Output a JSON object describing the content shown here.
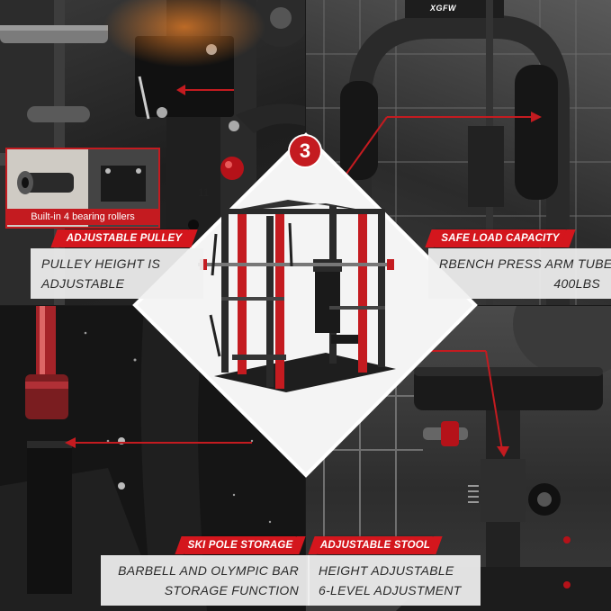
{
  "brand": "XGFW",
  "step_number": "3",
  "sections": {
    "adjustable_pulley": {
      "label": "ADJUSTABLE PULLEY",
      "caption_line1": "PULLEY HEIGHT IS",
      "caption_line2": "ADJUSTABLE",
      "inset_label": "Built-in 4 bearing rollers"
    },
    "safe_load": {
      "label": "SAFE LOAD CAPACITY",
      "caption_line1": "RBENCH PRESS ARM TUBE",
      "caption_line2": "400LBS"
    },
    "ski_pole": {
      "label": "SKI POLE STORAGE",
      "caption_line1": "BARBELL AND OLYMPIC BAR",
      "caption_line2": "STORAGE FUNCTION"
    },
    "adjustable_stool": {
      "label": "ADJUSTABLE STOOL",
      "caption_line1": "HEIGHT ADJUSTABLE",
      "caption_line2": "6-LEVEL ADJUSTMENT"
    }
  },
  "colors": {
    "accent_red": "#d4161d",
    "caption_bg": "#f0f0f0",
    "caption_text": "#2a2a2a"
  }
}
